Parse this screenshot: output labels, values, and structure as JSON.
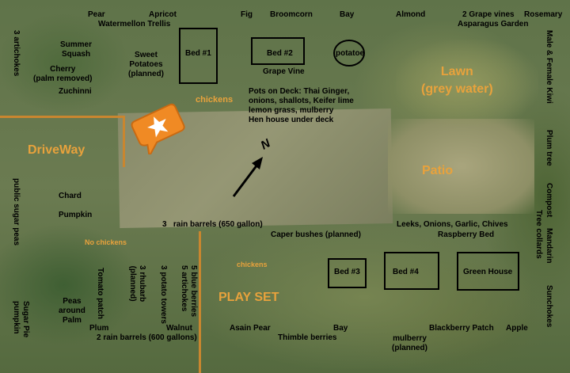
{
  "title": "",
  "labels": {
    "pear": "Pear",
    "apricot": "Apricot",
    "watermellon_trellis": "Watermellon Trellis",
    "fig": "Fig",
    "broomcorn": "Broomcorn",
    "bay_top": "Bay",
    "almond": "Almond",
    "grape_vines": "2 Grape vines",
    "asparagus_garden": "Asparagus Garden",
    "rosemary": "Rosemary",
    "artichokes_3": "3 artichokes",
    "summer_squash": "Summer\nSquash",
    "sweet_potatoes": "Sweet\nPotatoes\n(planned)",
    "cherry": "Cherry\n(palm removed)",
    "zuchinni": "Zuchinni",
    "grape_vine": "Grape Vine",
    "pots_on_deck": "Pots on Deck: Thai Ginger,\nonions, shallots, Keifer lime\nlemon grass, mulberry\nHen house under deck",
    "male_female_kiwi": "Male & Female Kiwi",
    "plum_tree": "Plum tree",
    "compost": "Compost",
    "mandarin": "Mandarin",
    "tree_collards": "Tree collards",
    "public_sugar_peas": "public sugar peas",
    "chard": "Chard",
    "pumpkin": "Pumpkin",
    "rain_barrels_650": "3   rain barrels (650 gallon)",
    "caper_bushes": "Caper bushes (planned)",
    "leeks": "Leeks, Onions, Garlic, Chives",
    "raspberry_bed": "Raspberry Bed",
    "tomato_patch": "Tomato patch",
    "rhubarb": "3 rhubarb\n(planned)",
    "potato_towers": "3 potato towers",
    "blue_berries": "5 blue berries\n5 artichokes",
    "peas_around_palm": "Peas\naround\nPalm",
    "plum": "Plum",
    "walnut": "Walnut",
    "rain_barrels_600": "2 rain barrels (600 gallons)",
    "sugar_pie_pumpkin": "Sugar Pie\npumpkin",
    "asain_pear": "Asain Pear",
    "bay_bottom": "Bay",
    "thimble_berries": "Thimble berries",
    "mulberry_planned": "mulberry\n(planned)",
    "blackberry_patch": "Blackberry Patch",
    "apple": "Apple",
    "sunchokes": "Sunchokes"
  },
  "areas": {
    "chickens": "chickens",
    "driveway": "DriveWay",
    "lawn": "Lawn\n(grey water)",
    "patio": "Patio",
    "no_chickens": "No chickens",
    "chickens_small": "chickens",
    "play_set": "PLAY SET"
  },
  "beds": {
    "bed1": "Bed #1",
    "bed2": "Bed #2",
    "potatoe": "potatoe",
    "bed3": "Bed #3",
    "bed4": "Bed #4",
    "green_house": "Green House"
  },
  "north_label": "N",
  "icons": {
    "marker": "star-pin-icon",
    "arrow": "north-arrow-icon"
  },
  "colors": {
    "area_label": "#e8a23c",
    "fence": "#c9862f",
    "marker": "#f08a24",
    "text": "#000000"
  }
}
